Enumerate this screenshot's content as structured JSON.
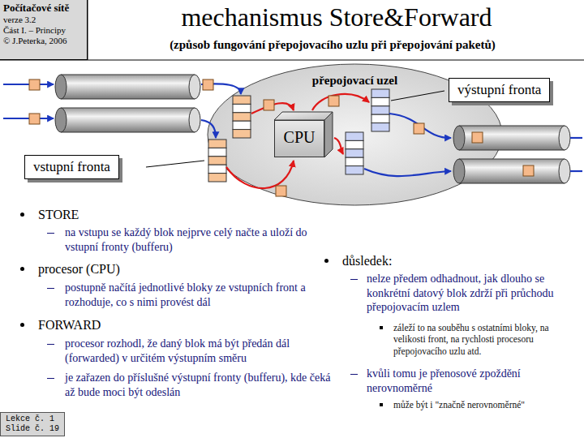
{
  "diagram": {
    "title": "mechanismus Store&Forward",
    "nodes": [
      {
        "text": [
          "Počítačové sítě",
          "verze 3.2",
          "Část I. – Principy",
          "© J.Peterka, 2006"
        ]
      },
      {
        "text": [
          "přepojovací uzel"
        ]
      },
      {
        "text": [
          "CPU"
        ],
        "in": 1
      },
      {
        "text": [
          "výstupní fronta"
        ]
      },
      {
        "text": [
          "vstupní fronta"
        ]
      },
      {
        "text": [
          "Lekce č. 1",
          "Slide č. 19"
        ]
      }
    ],
    "labels": [
      "(způsob fungování přepojovacího uzlu při přepojování paketů)",
      "STORE",
      "na vstupu se každý blok nejprve celý načte a uloží do vstupní fronty (bufferu)",
      "procesor (CPU)",
      "postupně načítá jednotlivé bloky ze vstupních front a rozhoduje, co s nimi provést dál",
      "FORWARD",
      "procesor rozhodl, že daný blok má být předán dál (forwarded) v určitém výstupním směru",
      "je zařazen do příslušné výstupní fronty (bufferu), kde čeká až bude moci být odeslán",
      "důsledek:",
      "nelze předem odhadnout, jak dlouho se konkrétní datový blok zdrží při průchodu přepojovacím uzlem",
      "záleží to na souběhu s ostatními bloky, na velikosti front, na rychlosti procesoru přepojovacího uzlu atd.",
      "kvůli tomu je přenosové zpoždění nerovnoměrné",
      "může být i \"značně nerovnoměrné\""
    ]
  }
}
